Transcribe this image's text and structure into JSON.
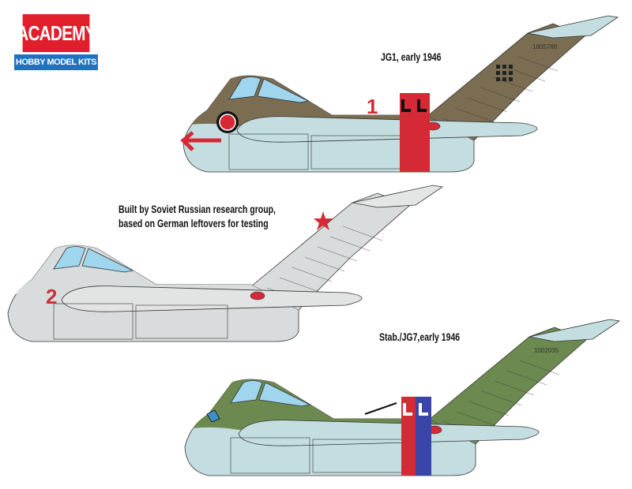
{
  "logo": {
    "brand": "ACADEMY",
    "tagline": "HOBBY MODEL KITS"
  },
  "profiles": [
    {
      "caption": "JG1, early 1946",
      "code": "1",
      "serial": "1805788",
      "colors": {
        "upper": "#7b6d52",
        "lower": "#c4dde0",
        "code": "#d42a35"
      }
    },
    {
      "caption_line1": "Built by Soviet Russian research group,",
      "caption_line2": "based on German leftovers for testing",
      "code": "2",
      "colors": {
        "upper": "#d9dcdc",
        "lower": "#d9dcdc",
        "code": "#c8323a"
      }
    },
    {
      "caption": "Stab./JG7,early 1946",
      "serial": "1002035",
      "colors": {
        "upper": "#6c8a4f",
        "lower": "#c4dde0",
        "code": "#d42a35"
      }
    }
  ]
}
